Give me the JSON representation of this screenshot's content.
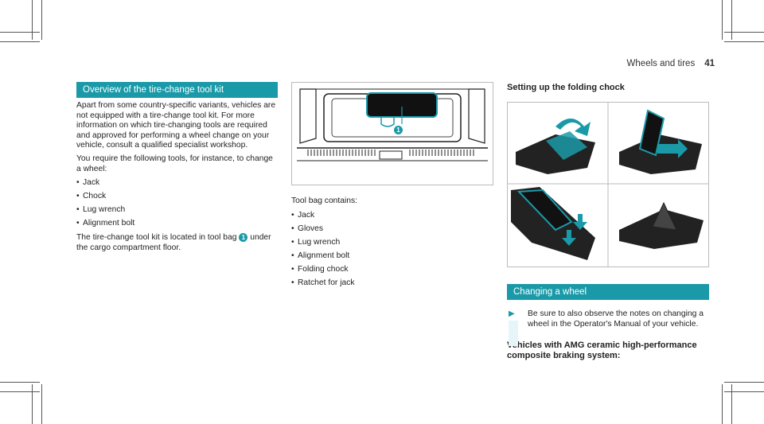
{
  "header": {
    "section": "Wheels and tires",
    "page": "41"
  },
  "col1": {
    "title": "Overview of the tire-change tool kit",
    "intro": "Apart from some country-specific variants, vehi­cles are not equipped with a tire-change tool kit. For more information on which tire-changing tools are required and approved for performing a wheel change on your vehicle, consult a qualified specialist workshop.",
    "require": "You require the following tools, for instance, to change a wheel:",
    "tools": [
      "Jack",
      "Chock",
      "Lug wrench",
      "Alignment bolt"
    ],
    "location_pre": "The tire-change tool kit is located in tool bag",
    "location_post": "under the cargo compartment floor.",
    "badge": "1"
  },
  "col2": {
    "figure_badge": "1",
    "bag_label": "Tool bag contains:",
    "bag_items": [
      "Jack",
      "Gloves",
      "Lug wrench",
      "Alignment bolt",
      "Folding chock",
      "Ratchet for jack"
    ]
  },
  "col3": {
    "title": "Setting up the folding chock",
    "section2": "Changing a wheel",
    "instruction": "Be sure to also observe the notes on chang­ing a wheel in the Operator's Manual of your vehicle.",
    "subhead": "Vehicles with AMG ceramic high-perform­ance composite braking system:"
  },
  "colors": {
    "accent": "#1a9aa8"
  }
}
